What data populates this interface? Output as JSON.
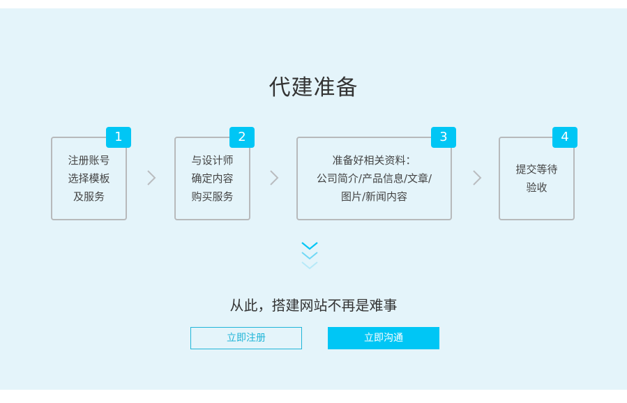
{
  "section": {
    "title": "代建准备",
    "slogan": "从此，搭建网站不再是难事"
  },
  "steps": [
    {
      "number": "1",
      "lines": [
        "注册账号",
        "选择模板",
        "及服务"
      ]
    },
    {
      "number": "2",
      "lines": [
        "与设计师",
        "确定内容",
        "购买服务"
      ]
    },
    {
      "number": "3",
      "lines": [
        "准备好相关资料：",
        "公司简介/产品信息/文章/",
        "图片/新闻内容"
      ]
    },
    {
      "number": "4",
      "lines": [
        "提交等待",
        "验收"
      ]
    }
  ],
  "buttons": {
    "register": "立即注册",
    "contact": "立即沟通"
  },
  "icons": {
    "step_arrow": "chevron-right-icon",
    "scroll_down": "triple-chevron-down-icon"
  },
  "colors": {
    "background": "#e4f4fa",
    "accent": "#00c6f5",
    "border": "#b7b9bb",
    "text": "#333333"
  }
}
